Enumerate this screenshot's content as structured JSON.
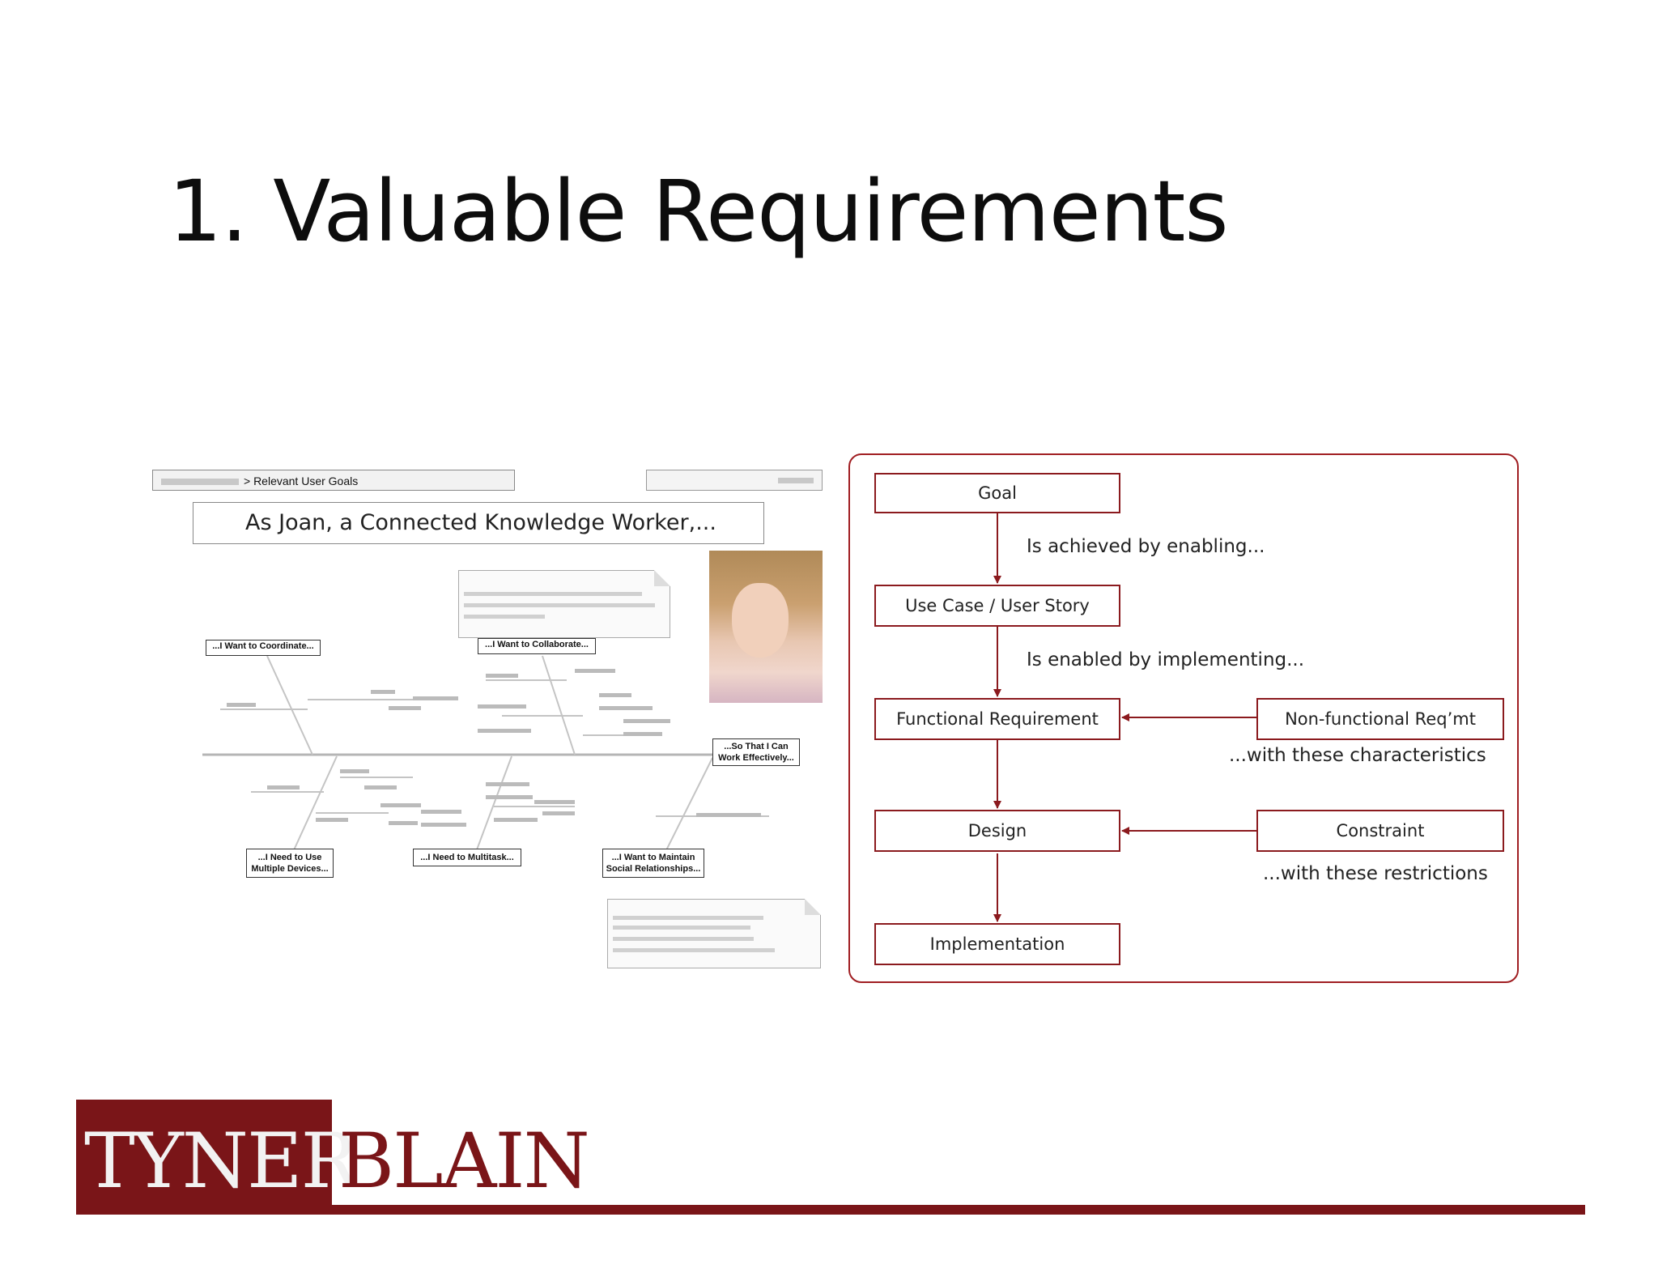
{
  "slide": {
    "title": "1. Valuable Requirements"
  },
  "fishbone": {
    "breadcrumb_label": "> Relevant User Goals",
    "header": "As Joan, a Connected Knowledge Worker,...",
    "boxes": {
      "coordinate": "...I Want to Coordinate...",
      "collaborate": "...I Want to Collaborate...",
      "so_that_1": "...So That I Can",
      "so_that_2": "Work Effectively...",
      "devices_1": "...I Need to Use",
      "devices_2": "Multiple Devices...",
      "multitask": "...I Need to Multitask...",
      "maintain_1": "...I Want to Maintain",
      "maintain_2": "Social Relationships..."
    }
  },
  "flow": {
    "goal": "Goal",
    "use_case": "Use Case / User Story",
    "functional": "Functional Requirement",
    "nonfunctional": "Non-functional Req’mt",
    "design": "Design",
    "constraint": "Constraint",
    "implementation": "Implementation",
    "label_achieved": "Is achieved by enabling...",
    "label_enabled": "Is enabled by implementing...",
    "label_characteristics": "...with these characteristics",
    "label_restrictions": "...with these restrictions"
  },
  "logo": {
    "part1": "TYNER",
    "part2": "BLAIN"
  },
  "colors": {
    "brand": "#7a1518",
    "diagram_border": "#a01e22"
  }
}
